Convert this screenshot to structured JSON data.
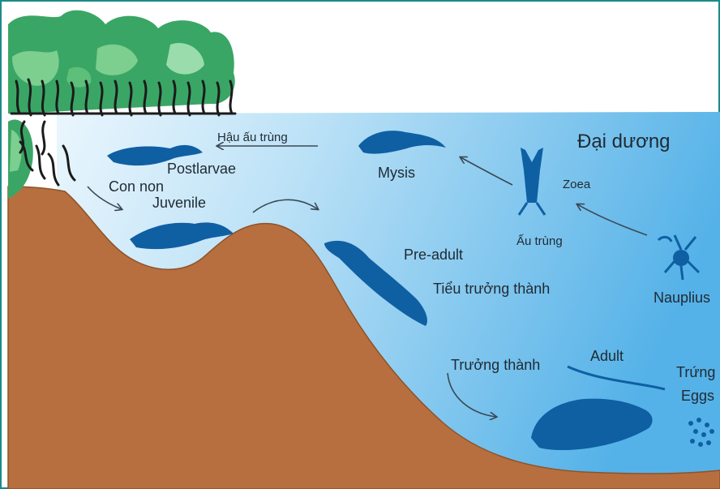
{
  "labels": {
    "ocean": "Đại dương",
    "postlarvae_vi": "Hậu ấu trùng",
    "postlarvae_en": "Postlarvae",
    "juvenile_vi": "Con non",
    "juvenile_en": "Juvenile",
    "mysis": "Mysis",
    "zoea": "Zoea",
    "larva_vi": "Ấu trùng",
    "nauplius": "Nauplius",
    "preadult_en": "Pre-adult",
    "preadult_vi": "Tiểu trưởng thành",
    "adult_vi": "Trưởng thành",
    "adult_en": "Adult",
    "eggs_vi": "Trứng",
    "eggs_en": "Eggs"
  },
  "colors": {
    "frame": "#1c8a8a",
    "sea_light": "#dff1fb",
    "sea_deep": "#63b9ea",
    "soil": "#b86f3f",
    "soil_edge": "#8f5228",
    "creature": "#0f5fa3",
    "tree_green": "#2f9c58",
    "tree_light": "#7ccf8f",
    "roots": "#1b1b1b"
  },
  "icons": [
    "mangrove-trees",
    "shrimp-silhouette",
    "arrow-icon"
  ]
}
